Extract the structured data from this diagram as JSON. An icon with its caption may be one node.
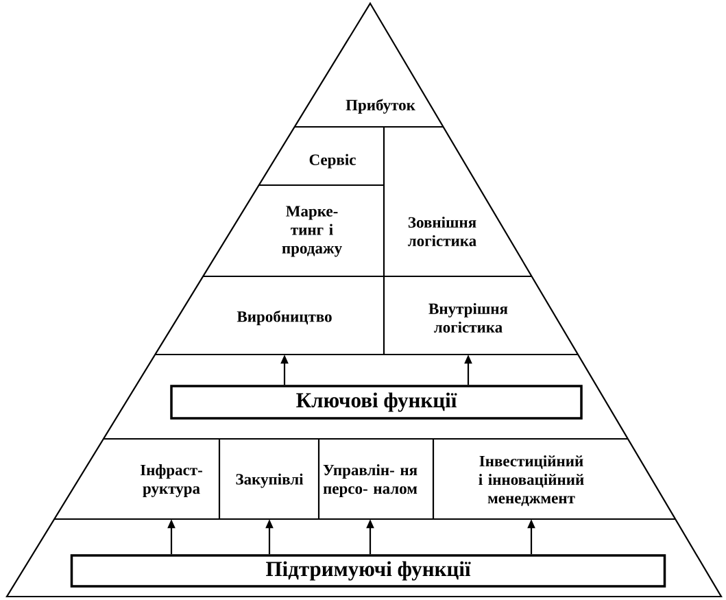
{
  "diagram": {
    "nodes": [
      {
        "text": [
          "Прибуток"
        ]
      },
      {
        "text": [
          "Сервіс"
        ]
      },
      {
        "text": [
          "Марке- тинг і продажу"
        ]
      },
      {
        "text": [
          "Зовнішня логістика"
        ]
      },
      {
        "text": [
          "Виробництво"
        ]
      },
      {
        "text": [
          "Внутрішня логістика"
        ]
      },
      {
        "text": [
          "Ключові функції"
        ]
      },
      {
        "text": [
          "Інфраст- руктура"
        ]
      },
      {
        "text": [
          "Закупівлі"
        ]
      },
      {
        "text": [
          "Управлін- ня персо- налом"
        ]
      },
      {
        "text": [
          "Інвестиційний і інноваційний менеджмент"
        ]
      },
      {
        "text": [
          "Підтримуючі функції"
        ]
      }
    ],
    "edges": [
      {
        "from": 6,
        "to": 4,
        "arrow": "to"
      },
      {
        "from": 6,
        "to": 5,
        "arrow": "to"
      },
      {
        "from": 11,
        "to": 7,
        "arrow": "to"
      },
      {
        "from": 11,
        "to": 8,
        "arrow": "to"
      },
      {
        "from": 11,
        "to": 9,
        "arrow": "to"
      },
      {
        "from": 11,
        "to": 10,
        "arrow": "to"
      }
    ]
  }
}
